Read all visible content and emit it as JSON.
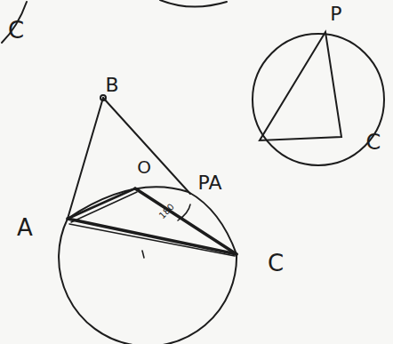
{
  "diagram": {
    "labels": [
      "C",
      "P",
      "B",
      "C",
      "O",
      "PA",
      "180",
      "A",
      "C"
    ]
  }
}
